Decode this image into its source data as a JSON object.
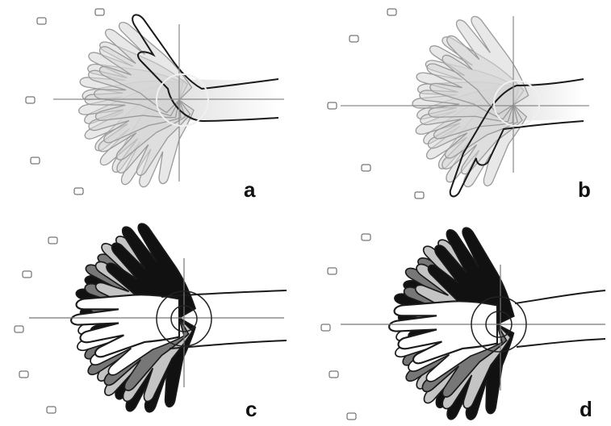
{
  "panels": [
    {
      "id": "a",
      "label": "a",
      "style": "grey-translucent",
      "hand_angles_deg": [
        -55,
        -38,
        -20,
        -5,
        12,
        28,
        45
      ]
    },
    {
      "id": "b",
      "label": "b",
      "style": "grey-translucent",
      "hand_angles_deg": [
        -48,
        -30,
        -14,
        2,
        18,
        36,
        58
      ]
    },
    {
      "id": "c",
      "label": "c",
      "style": "black-white-filled",
      "hand_angles_deg": [
        -60,
        -45,
        -30,
        -15,
        0,
        15,
        30,
        45,
        60
      ]
    },
    {
      "id": "d",
      "label": "d",
      "style": "black-white-filled",
      "hand_angles_deg": [
        -62,
        -46,
        -30,
        -15,
        0,
        16,
        32,
        48,
        64
      ]
    }
  ],
  "colors": {
    "outline": "#1a1a1a",
    "crosshair": "#8a8a8a",
    "grey_fill": "#d6d6d6",
    "dark_fill": "#111111",
    "mid_fill": "#777777",
    "light_fill": "#c4c4c4"
  }
}
